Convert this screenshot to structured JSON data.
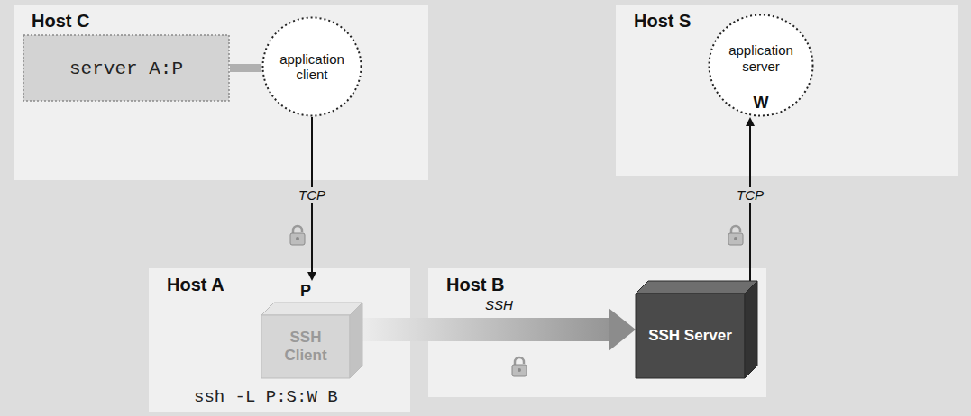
{
  "diagram": {
    "nodes": [
      {
        "text": [
          "Host C"
        ]
      },
      {
        "text": [
          "server A:P"
        ],
        "in": 0
      },
      {
        "text": [
          "application client"
        ],
        "in": 0
      },
      {
        "text": [
          "Host S"
        ]
      },
      {
        "text": [
          "application server",
          "W"
        ],
        "in": 3
      },
      {
        "text": [
          "Host A",
          "ssh -L P:S:W B"
        ]
      },
      {
        "text": [
          "P",
          "SSH Client"
        ],
        "in": 5
      },
      {
        "text": [
          "Host B"
        ]
      },
      {
        "text": [
          "SSH Server"
        ],
        "in": 7
      }
    ],
    "edges": [
      {
        "from": 1,
        "to": 2,
        "arrow": "none"
      },
      {
        "from": 2,
        "to": 6,
        "label": "TCP",
        "arrow": "to"
      },
      {
        "from": 6,
        "to": 8,
        "label": "SSH",
        "arrow": "to"
      },
      {
        "from": 8,
        "to": 4,
        "label": "TCP",
        "arrow": "to"
      }
    ]
  }
}
